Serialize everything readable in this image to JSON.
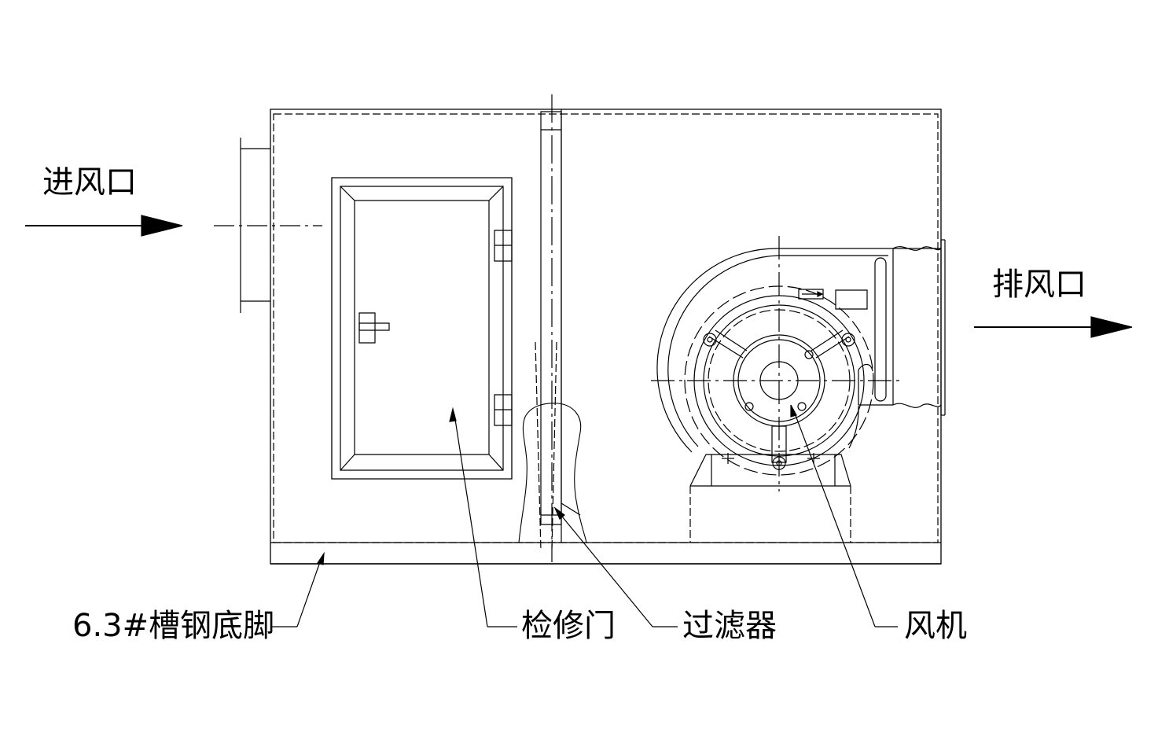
{
  "labels": {
    "inlet": "进风口",
    "outlet": "排风口",
    "base": "6.3#槽钢底脚",
    "access_door": "检修门",
    "filter": "过滤器",
    "fan": "风机"
  },
  "colors": {
    "line": "#000000",
    "background": "#ffffff"
  }
}
